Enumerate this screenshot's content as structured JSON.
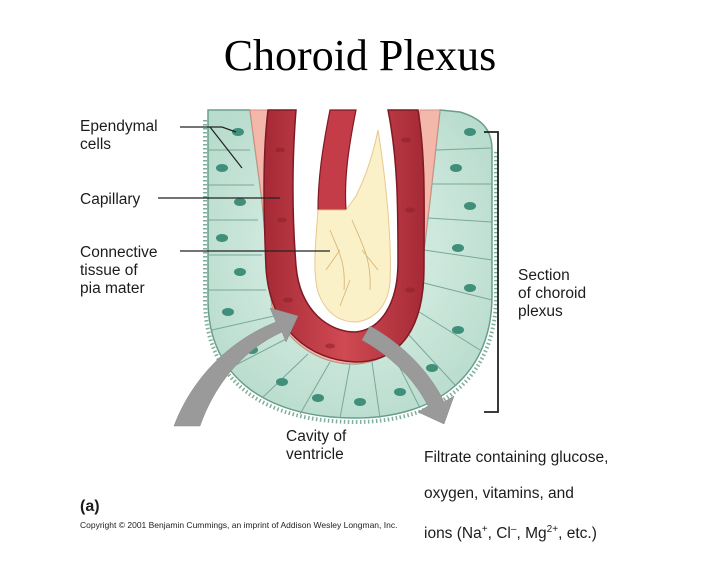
{
  "title": "Choroid Plexus",
  "labels": {
    "ependymal": "Ependymal\ncells",
    "capillary": "Capillary",
    "connective": "Connective\ntissue of\npia mater",
    "section": "Section\nof choroid\nplexus",
    "cavity": "Cavity of\nventricle",
    "filtrate_l1": "Filtrate containing glucose,",
    "filtrate_l2": "oxygen, vitamins, and",
    "filtrate_l3_pre": "ions (Na",
    "filtrate_sup1": "+",
    "filtrate_mid1": ", Cl",
    "filtrate_sup2": "–",
    "filtrate_mid2": ", Mg",
    "filtrate_sup3": "2+",
    "filtrate_post": ", etc.)",
    "panel": "(a)"
  },
  "copyright": "Copyright © 2001 Benjamin Cummings, an imprint of Addison Wesley Longman, Inc.",
  "colors": {
    "ependymal_cell": "#c8e6da",
    "ependymal_outline": "#6a9e8c",
    "nucleus": "#3f8f7a",
    "capillary_fill": "#c03a44",
    "capillary_dark": "#8e1f2c",
    "connective_fill": "#f3b8aa",
    "pia_core": "#fbf1c8",
    "arrow_gray": "#9a9a9a"
  }
}
